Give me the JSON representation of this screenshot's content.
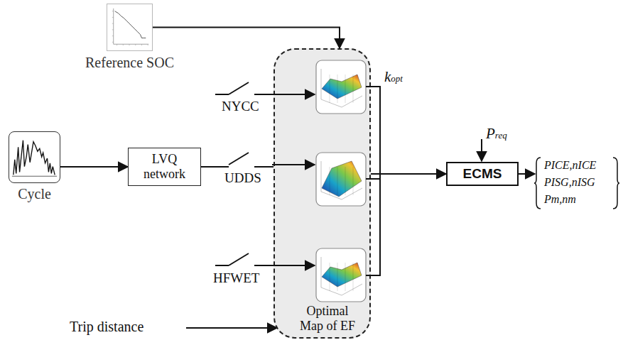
{
  "diagram": {
    "nodes": [
      {
        "text": [
          "Reference SOC"
        ]
      },
      {
        "text": [
          "Cycle"
        ]
      },
      {
        "text": [
          "LVQ network"
        ]
      },
      {
        "text": [
          "Optimal Map of EF"
        ]
      },
      {
        "text": [
          "ECMS"
        ]
      },
      {
        "text": [
          "PICE,nICE",
          "PISG,nISG",
          "Pm,nm"
        ]
      }
    ],
    "edges": [
      {
        "from": 0,
        "to": 3,
        "arrow": "to"
      },
      {
        "from": 1,
        "to": 2,
        "arrow": "to"
      },
      {
        "from": 2,
        "to": 3,
        "arrow": "none"
      },
      {
        "from": 3,
        "to": 4,
        "arrow": "to"
      },
      {
        "from": 4,
        "to": 5,
        "arrow": "to"
      }
    ],
    "labels": [
      "NYCC",
      "UDDS",
      "HFWET",
      "Trip distance",
      "kopt",
      "Preq"
    ]
  }
}
